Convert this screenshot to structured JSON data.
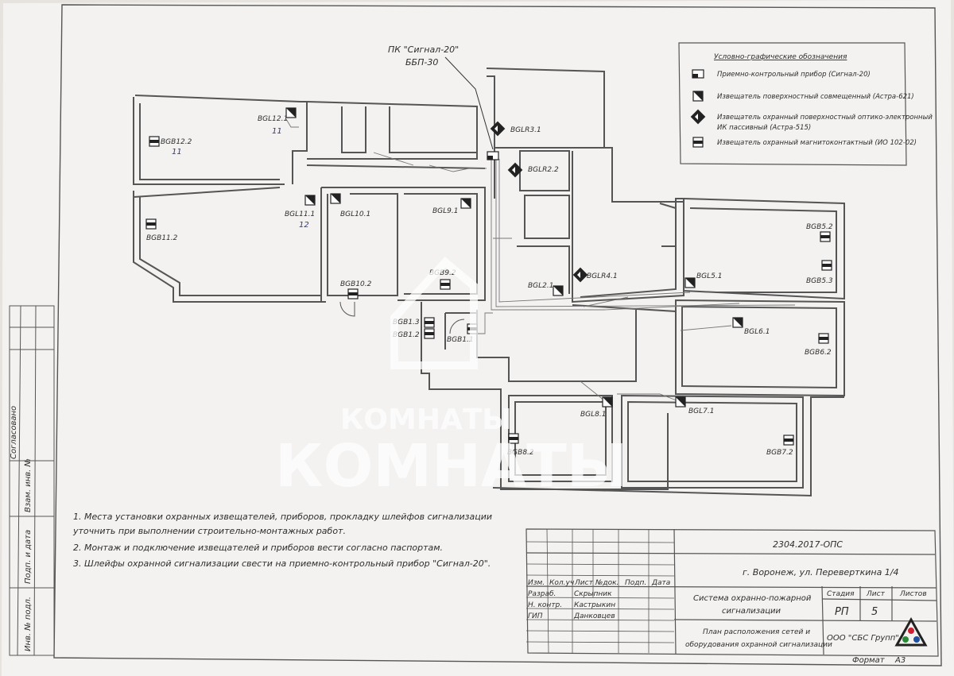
{
  "device_callout": {
    "line1": "ПК \"Сигнал-20\"",
    "line2": "ББП-30"
  },
  "legend": {
    "title": "Условно-графические обозначения",
    "items": [
      {
        "icon": "control-panel-icon",
        "text": [
          "Приемно-контрольный прибор (Сигнал-20)"
        ]
      },
      {
        "icon": "combined-detector-icon",
        "text": [
          "Извещатель поверхностный совмещенный (Астра-621)"
        ]
      },
      {
        "icon": "ir-detector-icon",
        "text": [
          "Извещатель охранный поверхностный оптико-электронный",
          "ИК пассивный (Астра-515)"
        ]
      },
      {
        "icon": "magnetic-contact-icon",
        "text": [
          "Извещатель охранный магнитоконтактный (ИО 102-02)"
        ]
      }
    ]
  },
  "devices": [
    {
      "id": "BGB12.2",
      "type": "mag"
    },
    {
      "id": "BGL12.1",
      "type": "comb"
    },
    {
      "id": "BGLR3.1",
      "type": "ir"
    },
    {
      "id": "BGLR2.2",
      "type": "ir"
    },
    {
      "id": "BGL11.1",
      "type": "comb"
    },
    {
      "id": "BGL10.1",
      "type": "comb"
    },
    {
      "id": "BGL9.1",
      "type": "comb"
    },
    {
      "id": "BGB11.2",
      "type": "mag"
    },
    {
      "id": "BGB9.2",
      "type": "mag"
    },
    {
      "id": "BGB10.2",
      "type": "mag"
    },
    {
      "id": "BGL2.1",
      "type": "comb"
    },
    {
      "id": "BGLR4.1",
      "type": "ir"
    },
    {
      "id": "BGB5.2",
      "type": "mag"
    },
    {
      "id": "BGB5.3",
      "type": "mag"
    },
    {
      "id": "BGL5.1",
      "type": "comb"
    },
    {
      "id": "BGB1.3",
      "type": "mag"
    },
    {
      "id": "BGB1.2",
      "type": "mag"
    },
    {
      "id": "BGB1.1",
      "type": "mag"
    },
    {
      "id": "BGL6.1",
      "type": "comb"
    },
    {
      "id": "BGB6.2",
      "type": "mag"
    },
    {
      "id": "BGL8.1",
      "type": "comb"
    },
    {
      "id": "BGL7.1",
      "type": "comb"
    },
    {
      "id": "BGB8.2",
      "type": "mag"
    },
    {
      "id": "BGB7.2",
      "type": "mag"
    }
  ],
  "handwritten": {
    "mark_11a": "11",
    "mark_11b": "11",
    "mark_12": "12"
  },
  "notes": [
    "1. Места установки охранных извещателей, приборов, прокладку шлейфов сигнализации",
    "уточнить при выполнении строительно-монтажных работ.",
    "2. Монтаж и подключение извещателей и приборов вести согласно паспортам.",
    "3. Шлейфы охранной сигнализации свести на приемно-контрольный прибор \"Сигнал-20\"."
  ],
  "side_stamp": {
    "agreed": "Согласовано",
    "inv_replace": "Взам. инв. №",
    "sign_date": "Подп. и дата",
    "inv_orig": "Инв. № подл."
  },
  "title_block": {
    "code": "2304.2017-ОПС",
    "address": "г. Воронеж, ул. Переверткина 1/4",
    "col_headers": [
      "Изм.",
      "Кол.уч",
      "Лист",
      "№док.",
      "Подп.",
      "Дата"
    ],
    "roles": [
      {
        "role": "Разраб.",
        "name": "Скрыпник"
      },
      {
        "role": "Н. контр.",
        "name": "Кастрыкин"
      },
      {
        "role": "ГИП",
        "name": "Данковцев"
      }
    ],
    "system_line1": "Система охранно-пожарной",
    "system_line2": "сигнализации",
    "stage_label": "Стадия",
    "sheet_label": "Лист",
    "sheets_label": "Листов",
    "stage": "РП",
    "sheet": "5",
    "sheets": "",
    "plan_line1": "План расположения сетей и",
    "plan_line2": "оборудования охранной сигнализации",
    "company": "ООО \"СБС Групп\"",
    "format_label": "Формат",
    "format": "А3"
  },
  "watermark": {
    "small": "КОМНАТЫ",
    "large": "КОМНАТЫ"
  },
  "colors": {
    "paper": "#f4f2f0",
    "ink": "#333333",
    "wall": "#555555",
    "watermark": "#ffffff"
  }
}
